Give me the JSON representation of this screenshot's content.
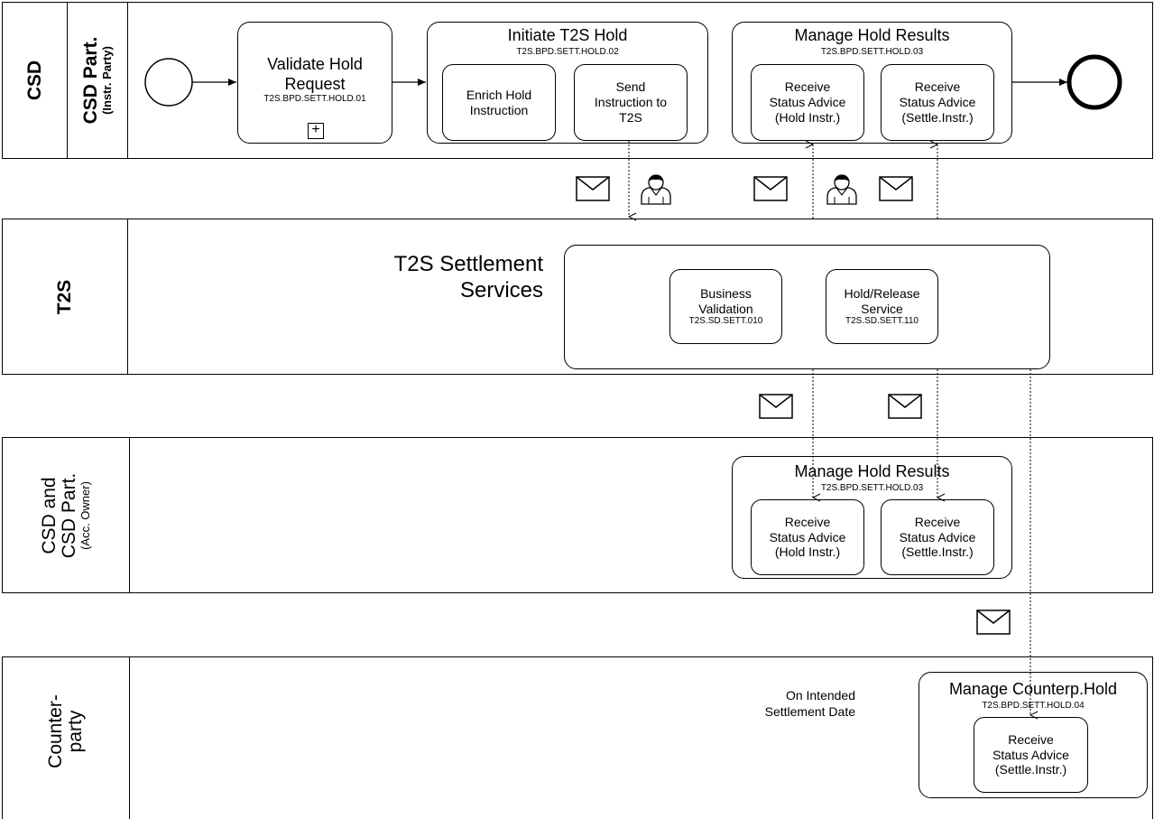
{
  "lanes": {
    "csd": {
      "pool_label": "CSD",
      "role_label": "CSD Part.",
      "role_sub": "(Instr. Party)"
    },
    "t2s": {
      "label": "T2S"
    },
    "owner": {
      "line1": "CSD and",
      "line2": "CSD Part.",
      "sub": "(Acc. Owner)"
    },
    "counter": {
      "line1": "Counter-",
      "line2": "party"
    }
  },
  "csd_lane": {
    "validate": {
      "line1": "Validate Hold",
      "line2": "Request",
      "code": "T2S.BPD.SETT.HOLD.01"
    },
    "initiate": {
      "title": "Initiate T2S Hold",
      "code": "T2S.BPD.SETT.HOLD.02",
      "enrich": {
        "line1": "Enrich Hold",
        "line2": "Instruction"
      },
      "send": {
        "line1": "Send",
        "line2": "Instruction to",
        "line3": "T2S"
      }
    },
    "manage": {
      "title": "Manage Hold Results",
      "code": "T2S.BPD.SETT.HOLD.03",
      "hold": {
        "line1": "Receive",
        "line2": "Status Advice",
        "line3": "(Hold Instr.)"
      },
      "settle": {
        "line1": "Receive",
        "line2": "Status Advice",
        "line3": "(Settle.Instr.)"
      }
    }
  },
  "t2s_lane": {
    "title_line1": "T2S Settlement",
    "title_line2": "Services",
    "business": {
      "line1": "Business",
      "line2": "Validation",
      "code": "T2S.SD.SETT.010"
    },
    "hold_release": {
      "line1": "Hold/Release",
      "line2": "Service",
      "code": "T2S.SD.SETT.110"
    }
  },
  "owner_lane": {
    "manage": {
      "title": "Manage Hold Results",
      "code": "T2S.BPD.SETT.HOLD.03",
      "hold": {
        "line1": "Receive",
        "line2": "Status Advice",
        "line3": "(Hold Instr.)"
      },
      "settle": {
        "line1": "Receive",
        "line2": "Status Advice",
        "line3": "(Settle.Instr.)"
      }
    }
  },
  "counter_lane": {
    "annotation_line1": "On Intended",
    "annotation_line2": "Settlement Date",
    "manage": {
      "title": "Manage Counterp.Hold",
      "code": "T2S.BPD.SETT.HOLD.04",
      "task": {
        "line1": "Receive",
        "line2": "Status Advice",
        "line3": "(Settle.Instr.)"
      }
    }
  },
  "icons": [
    "start-event",
    "end-event",
    "envelope-icon",
    "user-icon",
    "subprocess-plus-icon"
  ]
}
